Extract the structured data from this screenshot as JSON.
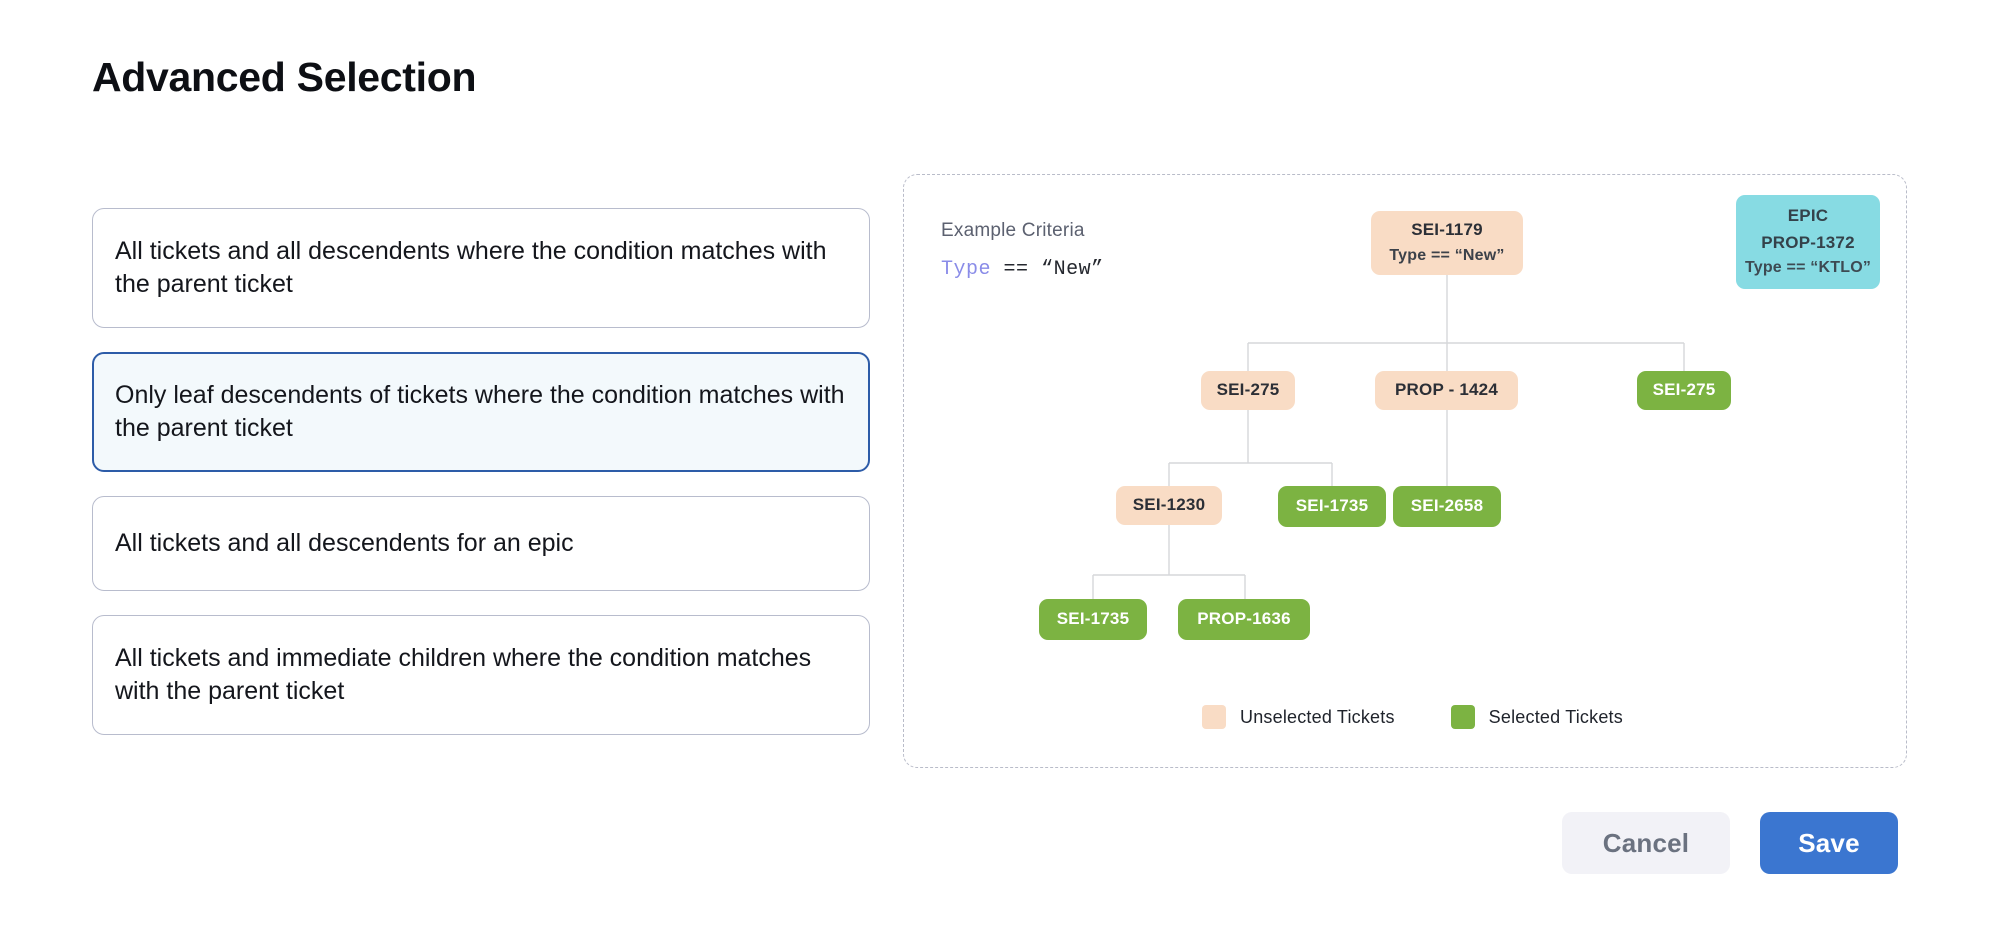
{
  "page": {
    "title": "Advanced Selection"
  },
  "options": [
    {
      "label": "All tickets and all descendents where the condition matches with the parent ticket",
      "selected": false
    },
    {
      "label": "Only leaf descendents of tickets where the condition matches with the parent ticket",
      "selected": true
    },
    {
      "label": "All tickets and all descendents for an epic",
      "selected": false
    },
    {
      "label": "All tickets and immediate children where the condition matches with the parent ticket",
      "selected": false
    }
  ],
  "diagram": {
    "criteria_label": "Example Criteria",
    "criteria_expression": {
      "field": "Type",
      "operator": "==",
      "value": "“New”"
    },
    "nodes": [
      {
        "id": "sei-1179",
        "title": "SEI-1179",
        "sub": "Type == “New”",
        "state": "unselected"
      },
      {
        "id": "epic-prop-1372",
        "title": "EPIC",
        "sub2": "PROP-1372",
        "sub": "Type == “KTLO”",
        "state": "epic"
      },
      {
        "id": "sei-275-a",
        "title": "SEI-275",
        "state": "unselected"
      },
      {
        "id": "prop-1424",
        "title": "PROP - 1424",
        "state": "unselected"
      },
      {
        "id": "sei-275-b",
        "title": "SEI-275",
        "state": "selected"
      },
      {
        "id": "sei-1230",
        "title": "SEI-1230",
        "state": "unselected"
      },
      {
        "id": "sei-1735-a",
        "title": "SEI-1735",
        "state": "selected"
      },
      {
        "id": "sei-2658",
        "title": "SEI-2658",
        "state": "selected"
      },
      {
        "id": "sei-1735-b",
        "title": "SEI-1735",
        "state": "selected"
      },
      {
        "id": "prop-1636",
        "title": "PROP-1636",
        "state": "selected"
      }
    ],
    "legend": [
      {
        "label": "Unselected Tickets",
        "color": "#f9dcc5"
      },
      {
        "label": "Selected Tickets",
        "color": "#7cb342"
      }
    ]
  },
  "footer": {
    "cancel_label": "Cancel",
    "save_label": "Save"
  },
  "colors": {
    "unselected": "#f9dcc5",
    "selected": "#7cb342",
    "epic": "#87dbe3",
    "accent_blue": "#3b76d0",
    "selected_card_border": "#2d5ca8",
    "selected_card_bg": "#f3f9fc",
    "criteria_field": "#8a8ce8"
  }
}
